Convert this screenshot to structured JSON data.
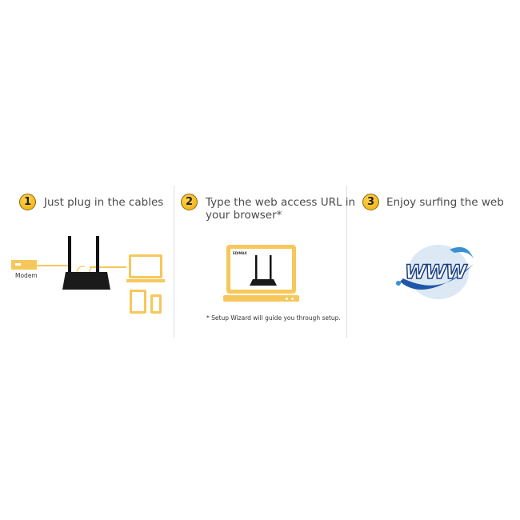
{
  "steps": [
    {
      "number": "1",
      "title": "Just plug in the cables",
      "modem_label": "Modem"
    },
    {
      "number": "2",
      "title_line1": "Type the web access URL in",
      "title_line2": "your browser*",
      "screen_logo": "EDIMAX",
      "footnote": "* Setup Wizard will guide you through setup."
    },
    {
      "number": "3",
      "title": "Enjoy surfing the web",
      "logo_text": "WWW"
    }
  ],
  "colors": {
    "accent": "#f6c75a",
    "badge": "#f0aa10",
    "text": "#4a4a4a"
  }
}
